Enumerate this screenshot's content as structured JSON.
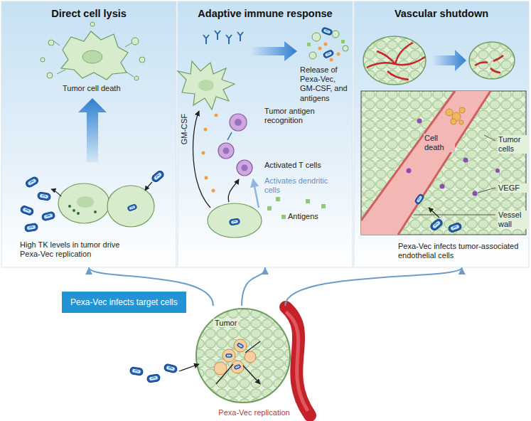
{
  "diagram": {
    "nodes": [
      {
        "text": [
          "Direct cell lysis"
        ]
      },
      {
        "text": [
          "Adaptive immune response"
        ]
      },
      {
        "text": [
          "Vascular shutdown"
        ]
      },
      {
        "text": [
          "Pexa-Vec infects target cells"
        ]
      },
      {
        "text": [
          "Tumor",
          "Pexa-Vec replication"
        ]
      }
    ],
    "edges": [
      {
        "from": 4,
        "to": 0,
        "arrow": "to"
      },
      {
        "from": 4,
        "to": 1,
        "arrow": "to"
      },
      {
        "from": 4,
        "to": 2,
        "arrow": "to"
      }
    ],
    "labels": [
      "Tumor cell death",
      "High TK levels in tumor drive Pexa-Vec replication",
      "GM-CSF",
      "Tumor antigen recognition",
      "Release of Pexa-Vec, GM-CSF, and antigens",
      "Activated T cells",
      "Activates dendritic cells",
      "Antigens",
      "Cell death",
      "Tumor cells",
      "VEGF",
      "Vessel wall",
      "Pexa-Vec infects tumor-associated endothelial cells"
    ]
  }
}
